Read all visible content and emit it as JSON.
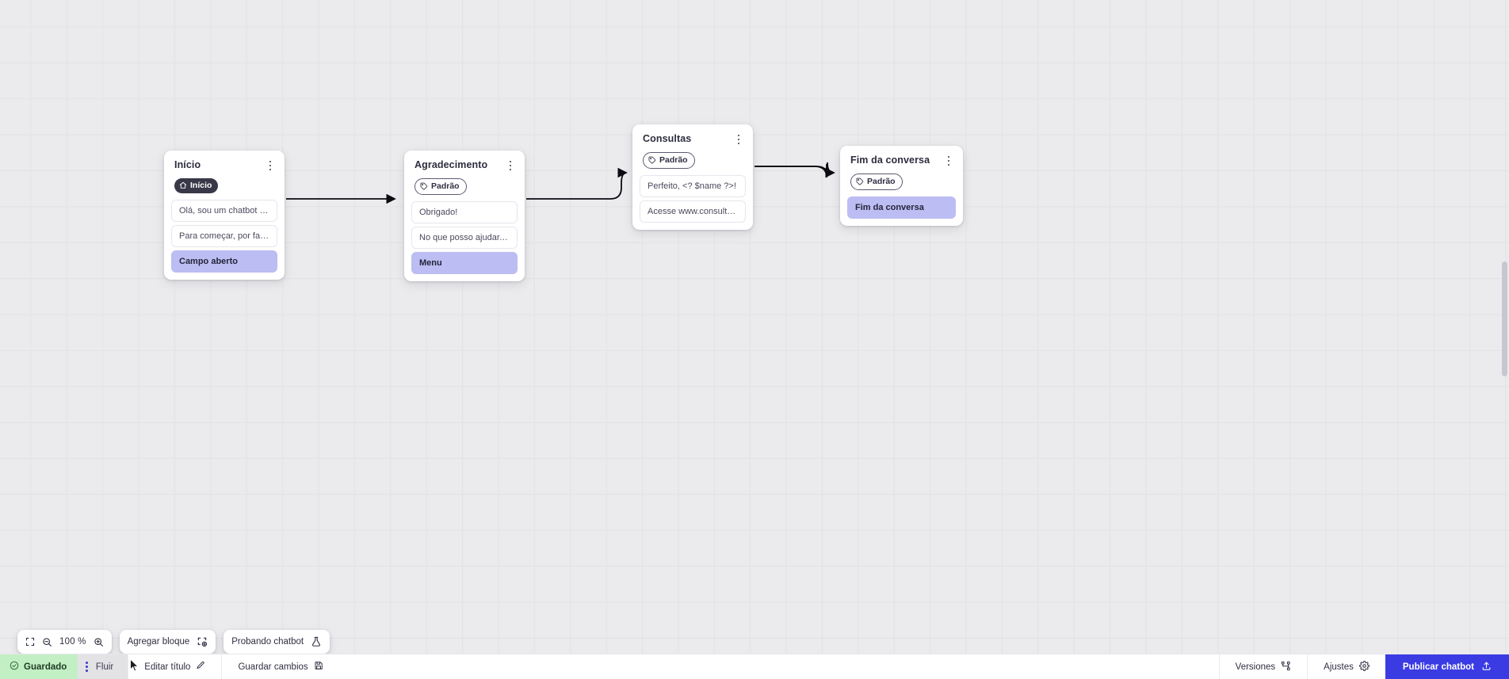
{
  "canvas": {
    "zoom_label": "100 %",
    "fit_icon": "fit-screen-icon",
    "zoom_out_icon": "zoom-out-icon",
    "zoom_in_icon": "zoom-in-icon",
    "add_block_label": "Agregar bloque",
    "add_block_icon": "add-block-icon",
    "test_chatbot_label": "Probando chatbot",
    "test_chatbot_icon": "flask-icon"
  },
  "nodes": [
    {
      "id": "inicio",
      "title": "Início",
      "badge": {
        "label": "Início",
        "icon": "home-icon",
        "style": "dark"
      },
      "rows": [
        {
          "text": "Olá, sou um chatbot de teste!",
          "type": "message"
        },
        {
          "text": "Para começar, por favor digite o ...",
          "type": "message"
        },
        {
          "text": "Campo aberto",
          "type": "action"
        }
      ]
    },
    {
      "id": "agradecimento",
      "title": "Agradecimento",
      "badge": {
        "label": "Padrão",
        "icon": "tag-icon",
        "style": "outline"
      },
      "rows": [
        {
          "text": "Obrigado!",
          "type": "message"
        },
        {
          "text": "No que posso ajudar, <? $name ...",
          "type": "message"
        },
        {
          "text": "Menu",
          "type": "action"
        }
      ]
    },
    {
      "id": "consultas",
      "title": "Consultas",
      "badge": {
        "label": "Padrão",
        "icon": "tag-icon",
        "style": "outline"
      },
      "rows": [
        {
          "text": "Perfeito, <? $name ?>!",
          "type": "message"
        },
        {
          "text": "Acesse www.consultas.com par...",
          "type": "message"
        }
      ]
    },
    {
      "id": "fim",
      "title": "Fim da conversa",
      "badge": {
        "label": "Padrão",
        "icon": "tag-icon",
        "style": "outline"
      },
      "rows": [
        {
          "text": "Fim da conversa",
          "type": "action"
        }
      ]
    }
  ],
  "statusbar": {
    "saved_label": "Guardado",
    "saved_icon": "check-circle-icon",
    "flow_name": "Fluir",
    "flow_menu_icon": "vertical-dots-icon",
    "edit_title_label": "Editar título",
    "edit_title_icon": "pencil-icon",
    "save_changes_label": "Guardar cambios",
    "save_changes_icon": "floppy-disk-icon",
    "versions_label": "Versiones",
    "versions_icon": "branch-icon",
    "settings_label": "Ajustes",
    "settings_icon": "gear-icon",
    "publish_label": "Publicar chatbot",
    "publish_icon": "upload-icon"
  },
  "colors": {
    "accent_blue": "#3b3be4",
    "action_purple": "#bcbdf2",
    "badge_dark": "#383848",
    "saved_green": "#c3efc4",
    "canvas_bg": "#ebebed"
  }
}
